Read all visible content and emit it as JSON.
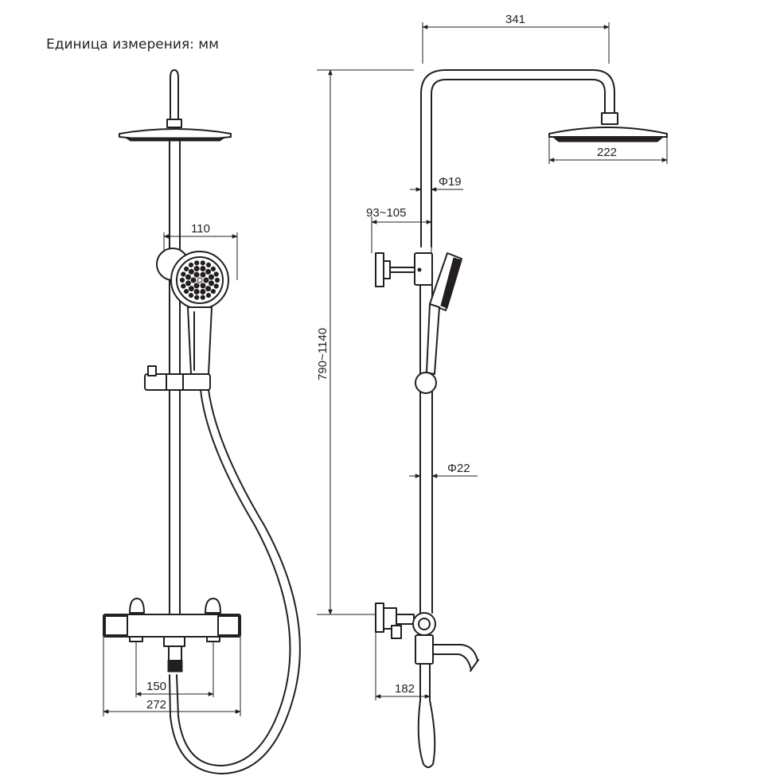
{
  "unit_label": "Единица измерения: мм",
  "colors": {
    "line": "#231f20",
    "background": "#ffffff"
  },
  "front_view": {
    "handshower_width": "110",
    "inlet_spacing": "150",
    "mixer_width": "272"
  },
  "side_view": {
    "overhead_arm_reach": "341",
    "head_diameter": "222",
    "upper_pipe_diameter": "Φ19",
    "bracket_adjust_range": "93~105",
    "adjustable_height": "790~1140",
    "lower_pipe_diameter": "Φ22",
    "wall_to_spout": "182"
  }
}
